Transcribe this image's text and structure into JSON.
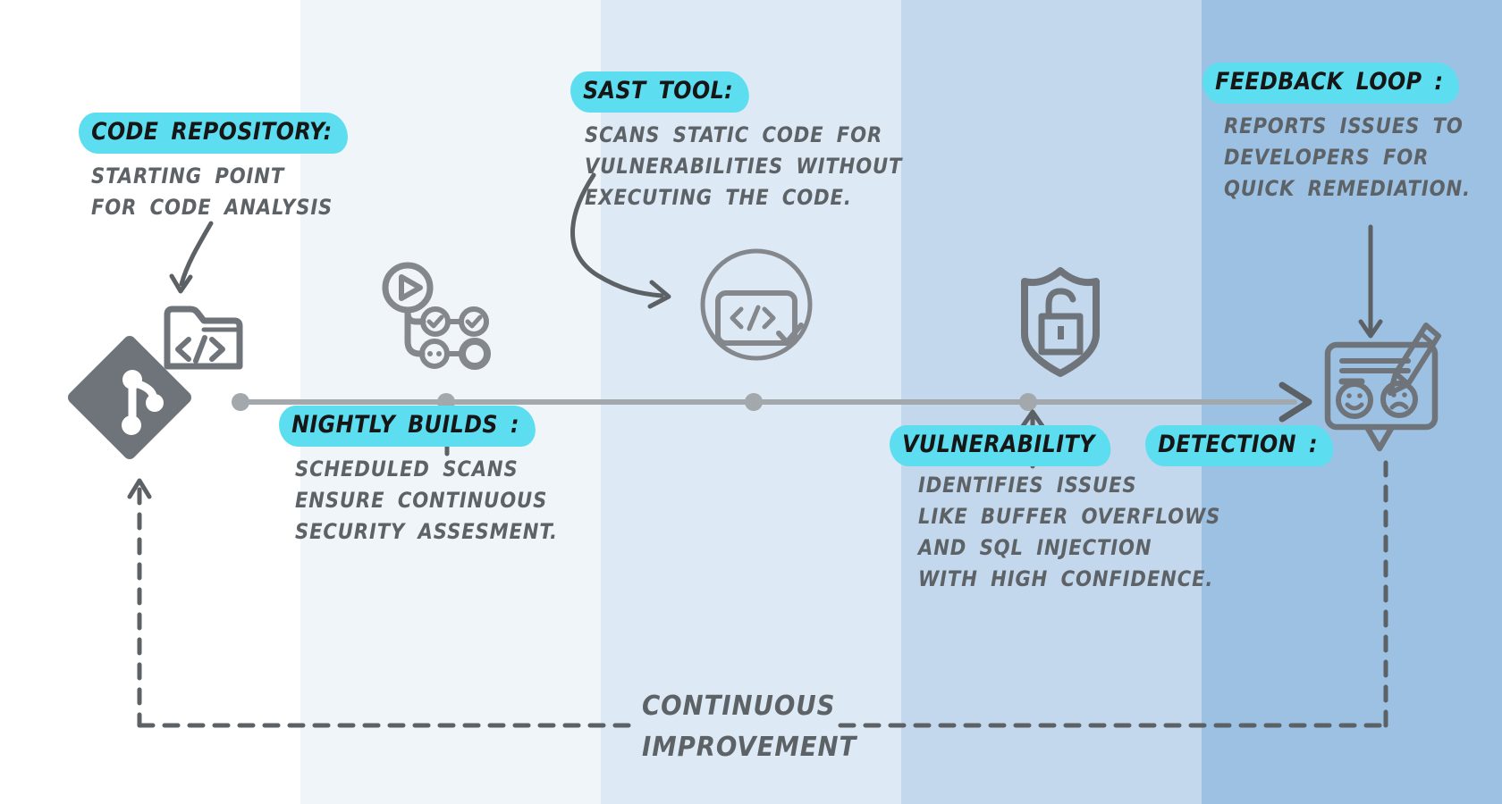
{
  "colors": {
    "highlight": "#5cdef0",
    "title_text": "#161616",
    "body_text": "#5d6267",
    "icon_gray": "#6f747a",
    "icon_gray_light": "#84888d",
    "timeline_gray": "#a3a8ac",
    "arrow_gray": "#5c6165",
    "bands": [
      "#ffffff",
      "#f0f5fa",
      "#dde9f5",
      "#c3d8ec",
      "#9cc1e3"
    ]
  },
  "stages": [
    {
      "id": "code-repository",
      "title_lines": [
        "CODE REPOSITORY:"
      ],
      "body_lines": [
        "STARTING POINT",
        "FOR CODE ANALYSIS"
      ],
      "icon": "git-repository"
    },
    {
      "id": "nightly-builds",
      "title_lines": [
        "NIGHTLY BUILDS :"
      ],
      "body_lines": [
        "SCHEDULED SCANS",
        "ENSURE CONTINUOUS",
        "SECURITY ASSESMENT."
      ],
      "icon": "build-pipeline"
    },
    {
      "id": "sast-tool",
      "title_lines": [
        "SAST TOOL:"
      ],
      "body_lines": [
        "SCANS STATIC CODE FOR",
        "VULNERABILITIES WITHOUT",
        "EXECUTING THE CODE."
      ],
      "icon": "code-scan-circle"
    },
    {
      "id": "vulnerability-detection",
      "title_lines": [
        "VULNERABILITY",
        "DETECTION :"
      ],
      "body_lines": [
        "IDENTIFIES ISSUES",
        "LIKE BUFFER OVERFLOWS",
        "AND SQL INJECTION",
        "WITH HIGH CONFIDENCE."
      ],
      "icon": "shield-unlock"
    },
    {
      "id": "feedback-loop",
      "title_lines": [
        "FEEDBACK LOOP :"
      ],
      "body_lines": [
        "REPORTS ISSUES TO",
        "DEVELOPERS FOR",
        "QUICK REMEDIATION."
      ],
      "icon": "feedback-report"
    }
  ],
  "loop_label": {
    "line1": "CONTINUOUS",
    "line2": "IMPROVEMENT"
  }
}
